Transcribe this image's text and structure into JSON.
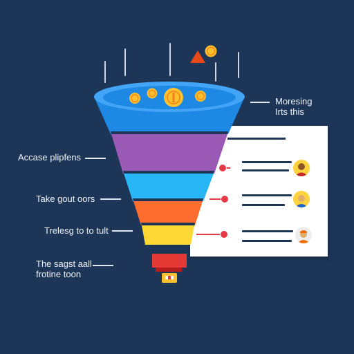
{
  "labels": {
    "top_right_line1": "Moresing",
    "top_right_line2": "Irts this",
    "stage1": "Accase plipfens",
    "stage2": "Take gout oors",
    "stage3": "Trelesg to to tult",
    "bottom_line1": "The sagst aall",
    "bottom_line2": "frotine toon"
  },
  "funnel_stages": [
    {
      "color": "#1e88e5",
      "name": "top-rim"
    },
    {
      "color": "#9b59b6",
      "name": "purple"
    },
    {
      "color": "#29b6f6",
      "name": "cyan"
    },
    {
      "color": "#ff7043",
      "name": "orange"
    },
    {
      "color": "#fdd835",
      "name": "yellow"
    },
    {
      "color": "#e53935",
      "name": "red-spout"
    }
  ],
  "icons": [
    "coin-icon",
    "triangle-icon",
    "user-avatar-icon"
  ]
}
